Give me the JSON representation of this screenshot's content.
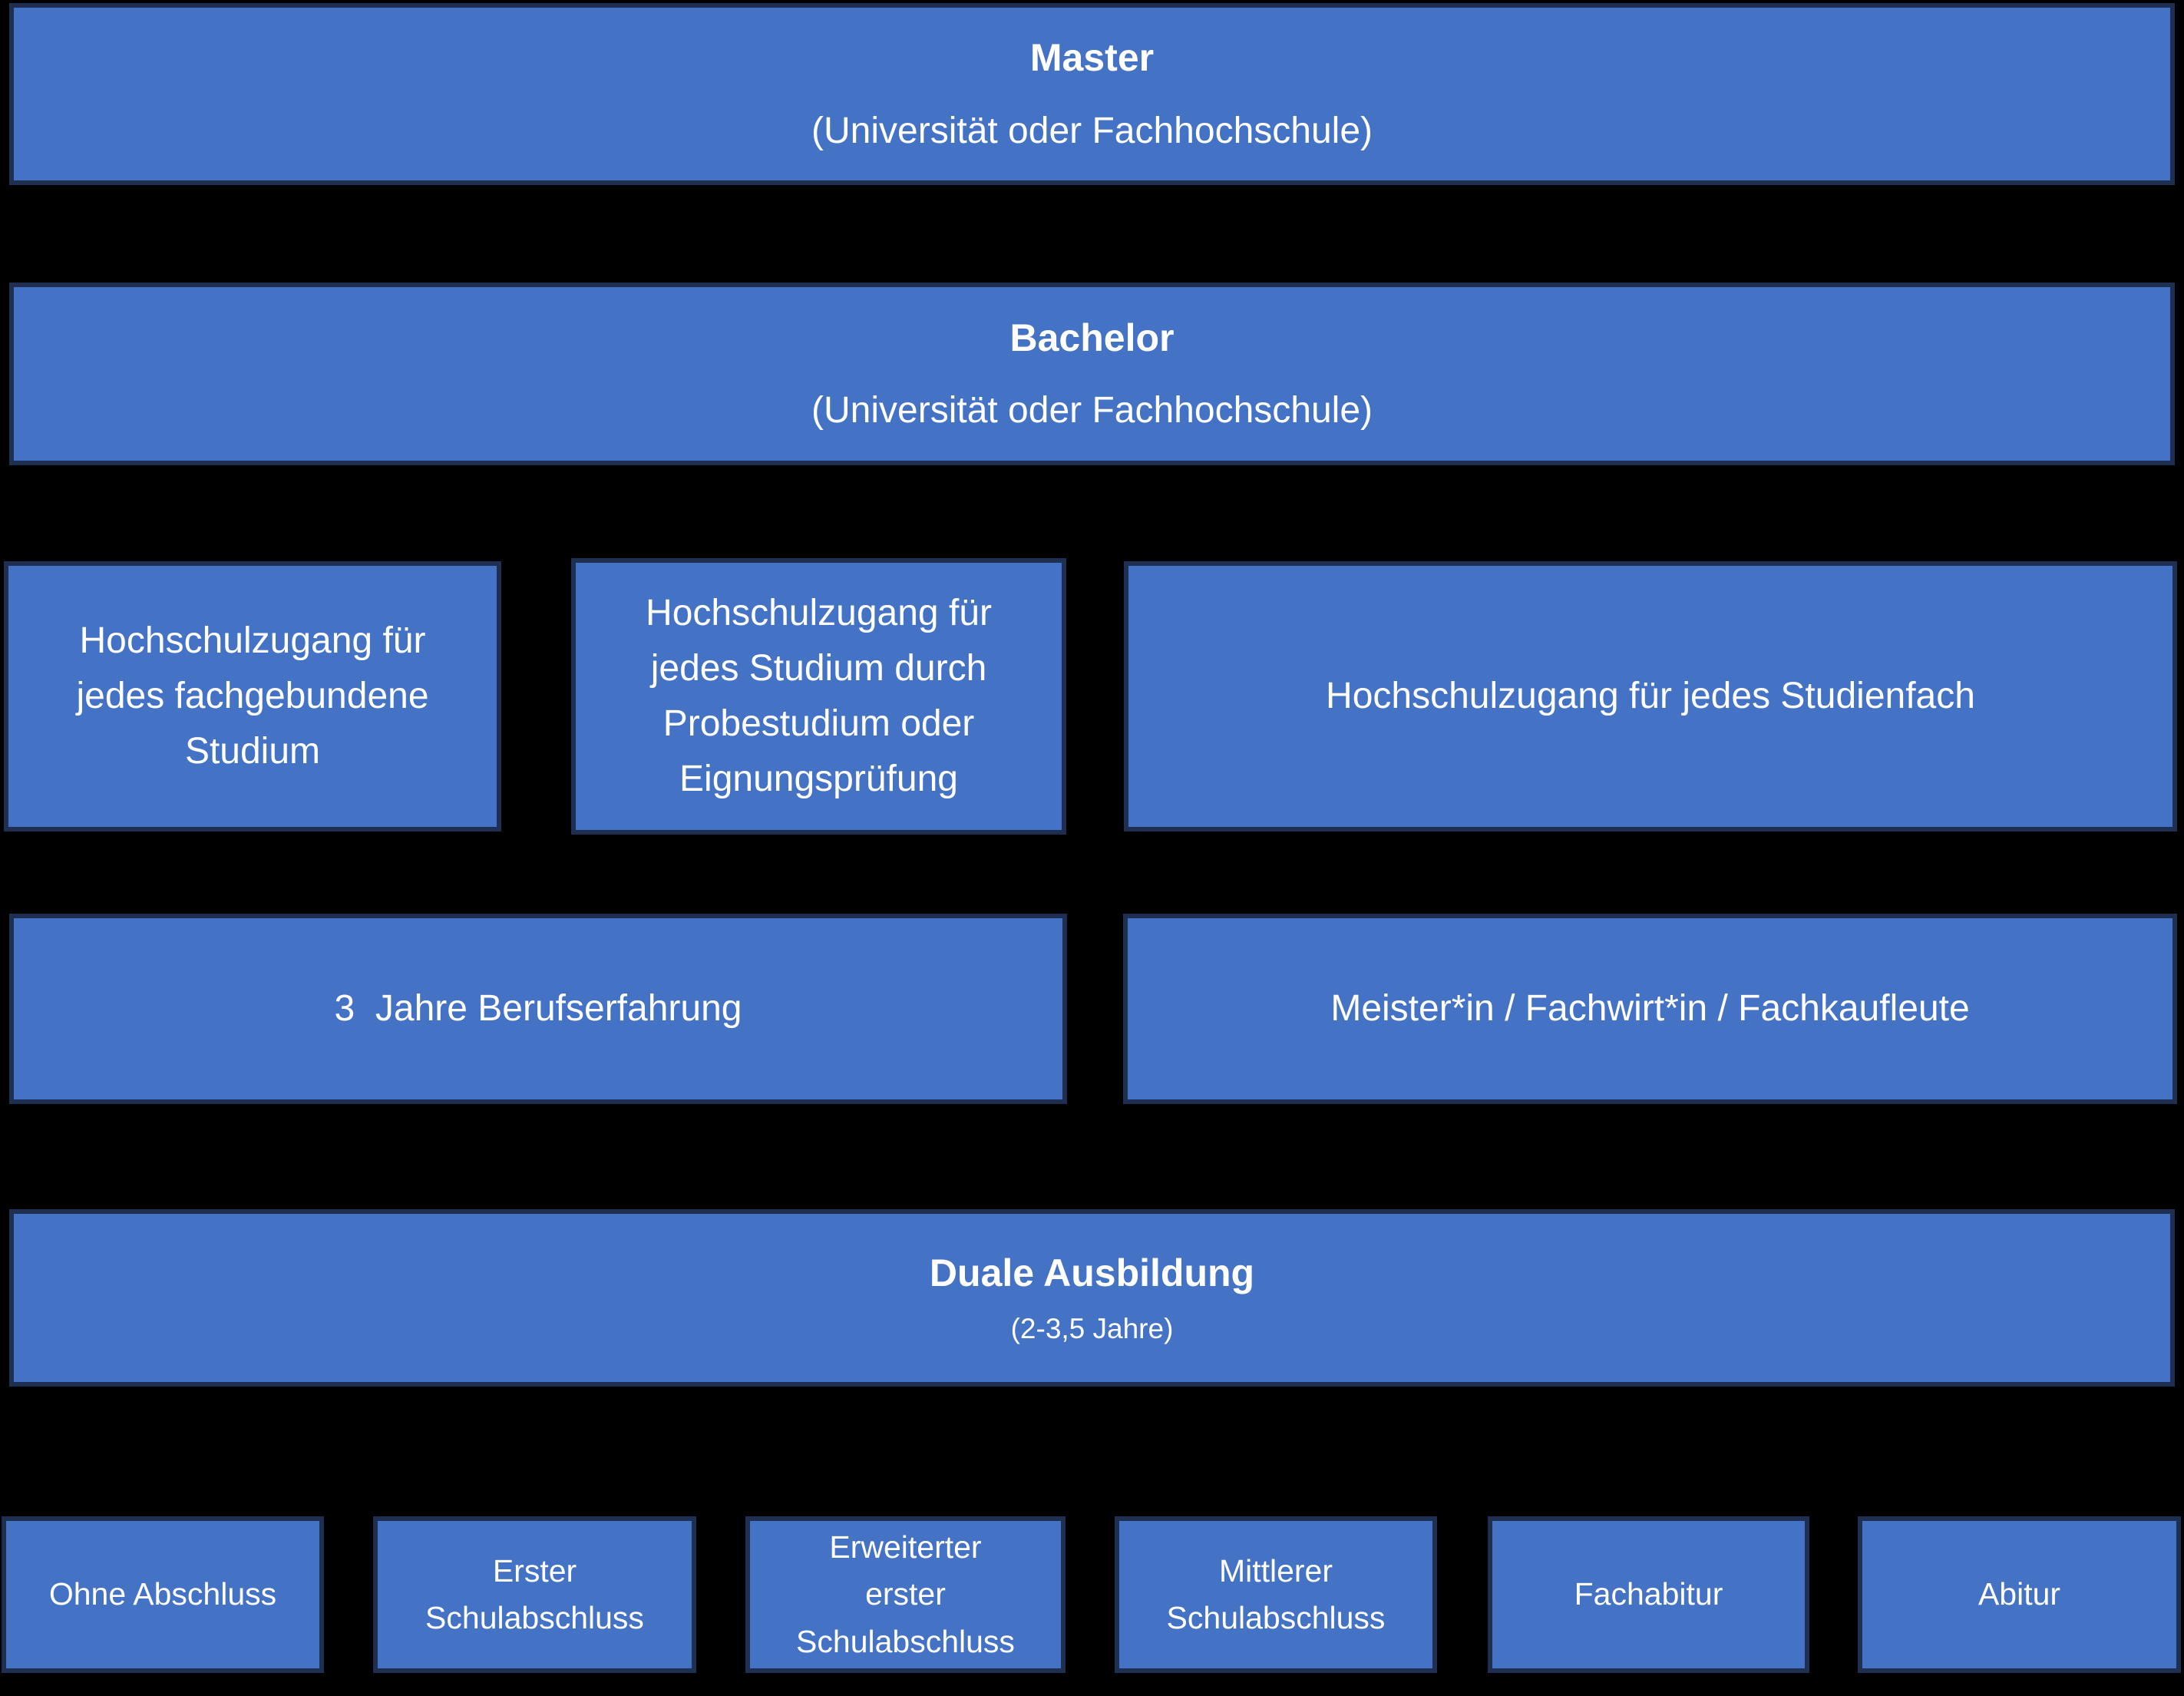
{
  "colors": {
    "background": "#000000",
    "box_fill": "#4472C4",
    "box_border": "#1E2F52",
    "text": "#FFFFFF"
  },
  "levels": {
    "master": {
      "title": "Master",
      "subtitle": "(Universität oder Fachhochschule)"
    },
    "bachelor": {
      "title": "Bachelor",
      "subtitle": "(Universität oder Fachhochschule)"
    },
    "hochschulzugang": {
      "fachgebunden": "Hochschulzugang für\njedes fachgebundene\nStudium",
      "probestudium": "Hochschulzugang für\njedes Studium durch\nProbestudium oder\nEignungsprüfung",
      "studienfach": "Hochschulzugang für jedes Studienfach"
    },
    "qualifikation": {
      "berufserfahrung": "3  Jahre Berufserfahrung",
      "meister": "Meister*in / Fachwirt*in / Fachkaufleute"
    },
    "duale_ausbildung": {
      "title": "Duale Ausbildung",
      "subtitle": "(2-3,5 Jahre)"
    },
    "schulabschluesse": [
      {
        "label": "Ohne Abschluss"
      },
      {
        "label": "Erster\nSchulabschluss"
      },
      {
        "label": "Erweiterter\nerster\nSchulabschluss"
      },
      {
        "label": "Mittlerer\nSchulabschluss"
      },
      {
        "label": "Fachabitur"
      },
      {
        "label": "Abitur"
      }
    ]
  }
}
